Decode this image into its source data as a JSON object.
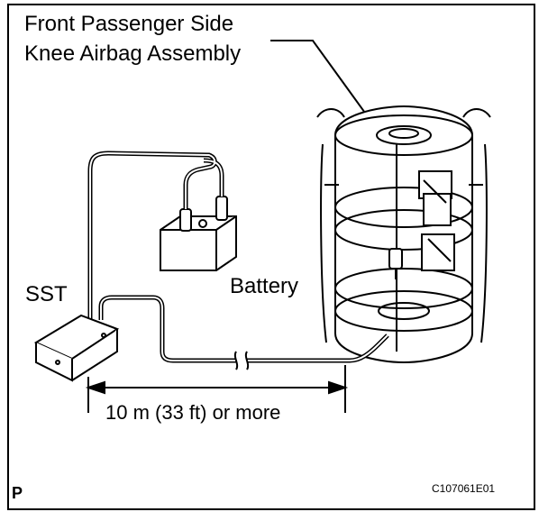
{
  "labels": {
    "title_line1": "Front Passenger Side",
    "title_line2": "Knee Airbag Assembly",
    "sst": "SST",
    "battery": "Battery",
    "distance": "10 m (33 ft) or more",
    "corner": "P",
    "code": "C107061E01"
  },
  "icons": [
    "sst-tool-icon",
    "battery-icon",
    "airbag-disposal-cage-icon"
  ],
  "colors": {
    "line": "#000000",
    "background": "#ffffff"
  }
}
